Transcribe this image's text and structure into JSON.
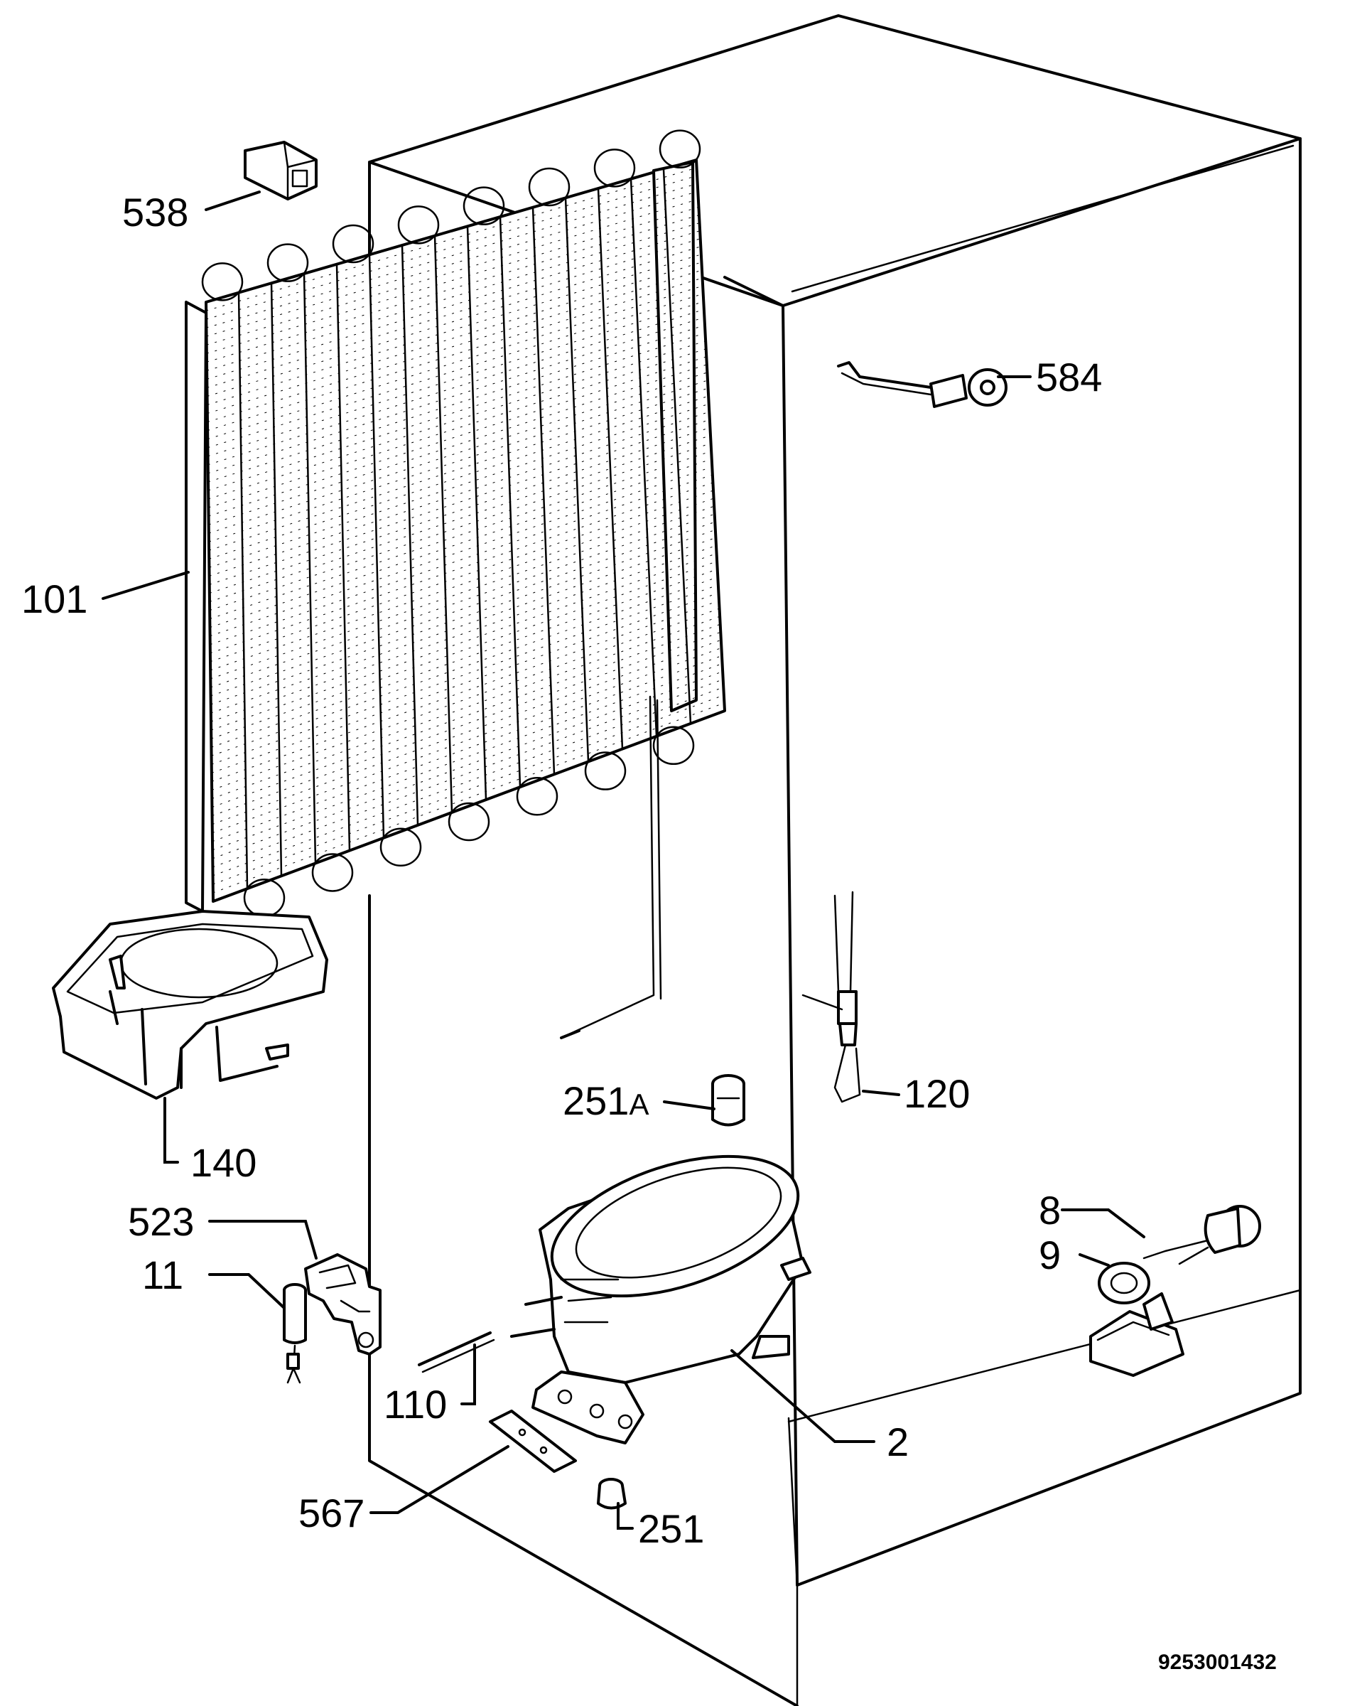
{
  "labels": {
    "l538": "538",
    "l584": "584",
    "l101": "101",
    "l140": "140",
    "l251a": "251",
    "l251a_suffix": "A",
    "l120": "120",
    "l523": "523",
    "l11": "11",
    "l8": "8",
    "l9": "9",
    "l110": "110",
    "l2": "2",
    "l567": "567",
    "l251": "251"
  },
  "document_number": "9253001432",
  "colors": {
    "ink": "#000000",
    "paper": "#ffffff"
  }
}
